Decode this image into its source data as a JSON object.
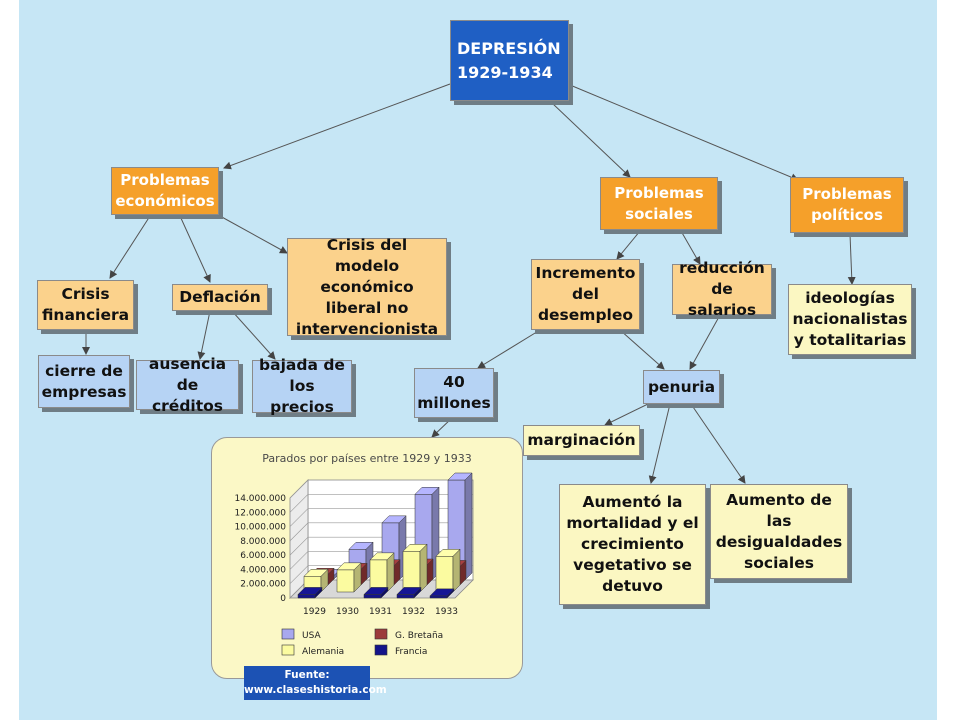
{
  "nodes": {
    "root": "DEPRESIÓN\n 1929-1934",
    "economic_problems": "Problemas\neconómicos",
    "social_problems": "Problemas\nsociales",
    "political_problems": "Problemas\npolíticos",
    "financial_crisis": "Crisis\nfinanciera",
    "deflation": "Deflación",
    "liberal_model_crisis": "Crisis del modelo\neconómico\nliberal no\nintervencionista",
    "unemployment_increase": "Incremento\ndel\ndesempleo",
    "salary_reduction": "reducción\nde salarios",
    "ideologies": "ideologías\nnacionalistas\ny totalitarias",
    "business_closures": "cierre de\nempresas",
    "credit_absence": "ausencia\nde créditos",
    "price_drop": "bajada de\nlos precios",
    "forty_million": "40\nmillones",
    "penury": "penuria",
    "marginalization": "marginación",
    "mortality_increase": "Aumentó la\nmortalidad y el\ncrecimiento\nvegetativo se\ndetuvo",
    "inequality_increase": "Aumento de\nlas\ndesigualdades\nsociales"
  },
  "source": {
    "label": "Fuente:",
    "url": "www.claseshistoria.com"
  },
  "colors": {
    "root": "#1f5fc4",
    "orange": "#f5a02a",
    "light_orange": "#fbd28c",
    "yellow": "#fbf7c2",
    "blue": "#b6d3f4",
    "background": "#c6e6f5"
  },
  "chart_data": {
    "type": "bar",
    "title": "Parados por países entre 1929 y 1933",
    "categories": [
      "1929",
      "1930",
      "1931",
      "1932",
      "1933"
    ],
    "ylim": [
      0,
      14000000
    ],
    "yticks": [
      "14.000.000",
      "12.000.000",
      "10.000.000",
      "8.000.000",
      "6.000.000",
      "4.000.000",
      "2.000.000",
      "0"
    ],
    "ytick_values": [
      14000000,
      12000000,
      10000000,
      8000000,
      6000000,
      4000000,
      2000000,
      0
    ],
    "series": [
      {
        "name": "Francia",
        "color": "#14148a",
        "values": [
          500000,
          0,
          500000,
          500000,
          300000
        ]
      },
      {
        "name": "Alemania",
        "color": "#fbfba0",
        "values": [
          2200000,
          3100000,
          4500000,
          5700000,
          5000000
        ]
      },
      {
        "name": "G. Bretaña",
        "color": "#9c3a3a",
        "values": [
          1500000,
          2200000,
          2700000,
          2800000,
          2600000
        ]
      },
      {
        "name": "USA",
        "color": "#a8a8ee",
        "values": [
          500000,
          4300000,
          8000000,
          12000000,
          14000000
        ]
      }
    ],
    "legend": [
      {
        "name": "USA",
        "color": "#a8a8ee"
      },
      {
        "name": "G. Bretaña",
        "color": "#9c3a3a"
      },
      {
        "name": "Alemania",
        "color": "#fbfba0"
      },
      {
        "name": "Francia",
        "color": "#14148a"
      }
    ]
  }
}
